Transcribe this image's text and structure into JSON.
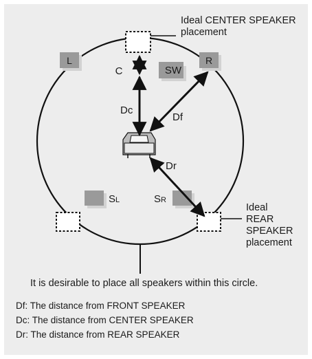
{
  "callouts": {
    "center_line1": "Ideal CENTER SPEAKER",
    "center_line2": "placement",
    "rear_lines": [
      "Ideal",
      "REAR",
      "SPEAKER",
      "placement"
    ]
  },
  "speakers": {
    "left": "L",
    "right": "R",
    "center": "C",
    "subwoofer": "SW",
    "surround_left": "S",
    "surround_left_sub": "L",
    "surround_right": "S",
    "surround_right_sub": "R"
  },
  "distances": {
    "dc": "Dc",
    "df": "Df",
    "dr": "Dr"
  },
  "circle_caption": "It is desirable to place all speakers within this circle.",
  "legend": [
    "Df: The distance from FRONT SPEAKER",
    "Dc: The distance from CENTER SPEAKER",
    "Dr: The distance from REAR SPEAKER"
  ],
  "colors": {
    "background": "#ededed",
    "line": "#111111",
    "speaker_box": "#9a9a9a",
    "speaker_shadow": "#d2d2d2",
    "placement_box": "#ffffff"
  }
}
